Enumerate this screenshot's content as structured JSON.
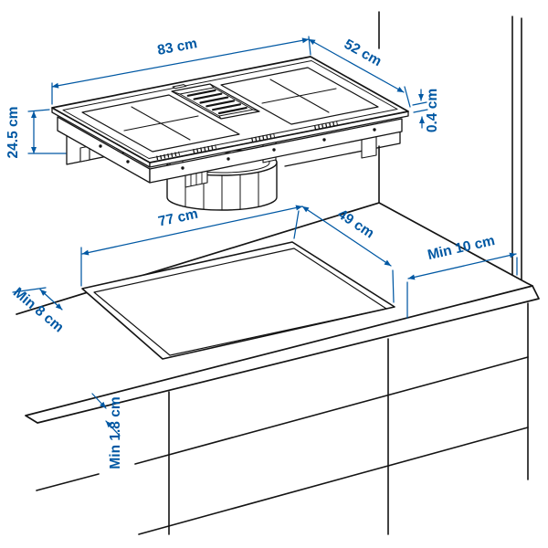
{
  "diagram": {
    "description": "Installation dimension diagram of an induction hob with integrated extractor mounted in a worktop cutout above a base cabinet",
    "unit": "cm",
    "colors": {
      "accent": "#0058A3",
      "artwork": "#141414",
      "background": "#ffffff"
    },
    "labels": {
      "hob_width": "83 cm",
      "hob_depth": "52 cm",
      "hob_height": "24.5 cm",
      "rim_height": "0.4 cm",
      "cutout_width": "77 cm",
      "cutout_depth": "49 cm",
      "side_clearance": "Min 10 cm",
      "back_clearance": "Min 8 cm",
      "worktop_thickness": "Min 1.8 cm"
    }
  }
}
